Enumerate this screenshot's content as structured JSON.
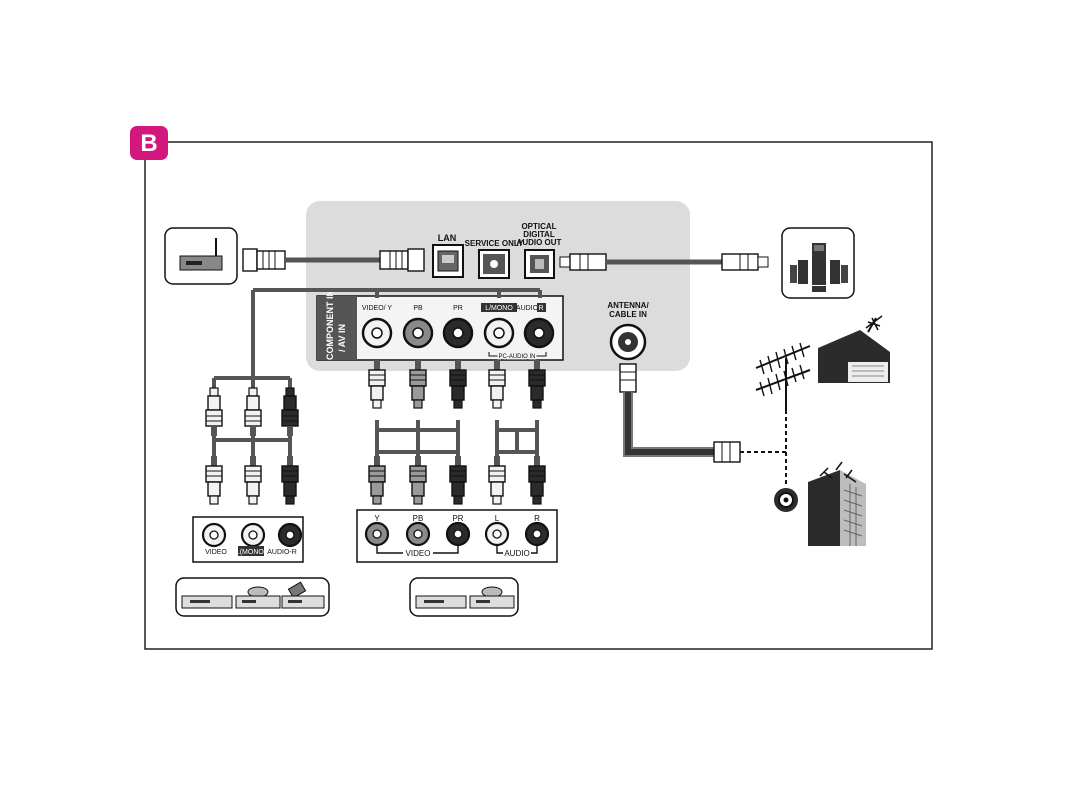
{
  "section_badge": "B",
  "colors": {
    "badge": "#d4177f",
    "panel": "#dcdcdc",
    "cable": "#555555",
    "jack_dark": "#2b2b2b",
    "jack_mid": "#8a8a8a",
    "jack_light": "#f2f2f2"
  },
  "tv_panel": {
    "lan_label": "LAN",
    "service_label": "SERVICE  ONLY",
    "optical_label_1": "OPTICAL",
    "optical_label_2": "DIGITAL",
    "optical_label_3": "AUDIO OUT",
    "component_label_1": "COMPONENT IN",
    "component_label_2": "/ AV IN",
    "video_y_label": "VIDEO/ Y",
    "pb_label": "PB",
    "pr_label": "PR",
    "l_mono_label": "L/MONO",
    "audio_label": "AUDIO",
    "r_label": "R",
    "pc_audio_label": "PC-AUDIO IN",
    "antenna_label_1": "ANTENNA/",
    "antenna_label_2": "CABLE IN"
  },
  "av_device": {
    "video_label": "VIDEO",
    "l_mono_label": "L(MONO)",
    "audio_r_label": "AUDIO-R"
  },
  "component_device": {
    "y_label": "Y",
    "pb_label": "PB",
    "pr_label": "PR",
    "l_label": "L",
    "r_label": "R",
    "video_label": "VIDEO",
    "audio_label": "AUDIO"
  },
  "icons": [
    "router-icon",
    "home-theater-speakers-icon",
    "antenna-house-icon",
    "cable-building-icon",
    "dvd-player-icon",
    "vcr-icon"
  ]
}
